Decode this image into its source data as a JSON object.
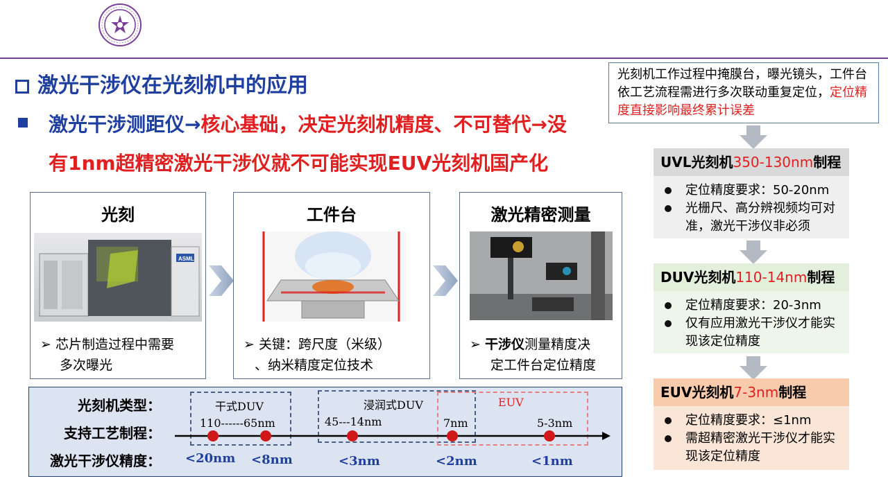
{
  "title": "激光干涉仪在光刻机中的应用",
  "headline": {
    "part1": "激光干涉测距仪",
    "arrow1": "→",
    "part2": "核心基础，决定光刻机精度、不可替代",
    "arrow2": "→",
    "part3": "没",
    "line2": "有1nm超精密激光干涉仪就不可能实现EUV光刻机国产化"
  },
  "panels": [
    {
      "title": "光刻",
      "bullet": [
        "芯片制造过程中需要",
        "多次曝光"
      ],
      "image_label": "ASML"
    },
    {
      "title": "工件台",
      "bullet": [
        "关键：跨尺度（米级）",
        "、纳米精度定位技术"
      ]
    },
    {
      "title": "激光精密测量",
      "bullet_bold": "干涉仪",
      "bullet_rest": "测量精度决",
      "bullet_line2": "定工件台定位精度"
    }
  ],
  "timeline": {
    "labels": [
      "光刻机类型：",
      "支持工艺制程：",
      "激光干涉仪精度："
    ],
    "groups": [
      "干式DUV",
      "浸润式DUV",
      "EUV"
    ],
    "process": [
      "110------65nm",
      "45---14nm",
      "7nm",
      "5-3nm"
    ],
    "precision": [
      "<20nm",
      "<8nm",
      "<3nm",
      "<2nm",
      "<1nm"
    ]
  },
  "note": {
    "text": "光刻机工作过程中掩膜台，曝光镜头，工件台依工艺流程需进行多次联动重复定位，",
    "highlight": "定位精度直接影响最终累计误差"
  },
  "stages": [
    {
      "name": "UVL光刻机",
      "range": "350-130nm",
      "suffix": "制程",
      "items": [
        "定位精度要求：50-20nm",
        "光栅尺、高分辨视频均可对准，激光干涉仪非必须"
      ]
    },
    {
      "name": "DUV光刻机",
      "range": "110-14nm",
      "suffix": "制程",
      "items": [
        "定位精度要求：20-3nm",
        "仅有应用激光干涉仪才能实现该定位精度"
      ]
    },
    {
      "name": "EUV光刻机",
      "range": "7-3nm",
      "suffix": "制程",
      "items": [
        "定位精度要求：≤1nm",
        "需超精密激光干涉仪才能实现该定位精度"
      ]
    }
  ],
  "colors": {
    "blue": "#1f3f9f",
    "red": "#e02020",
    "purple": "#7b3f98"
  }
}
